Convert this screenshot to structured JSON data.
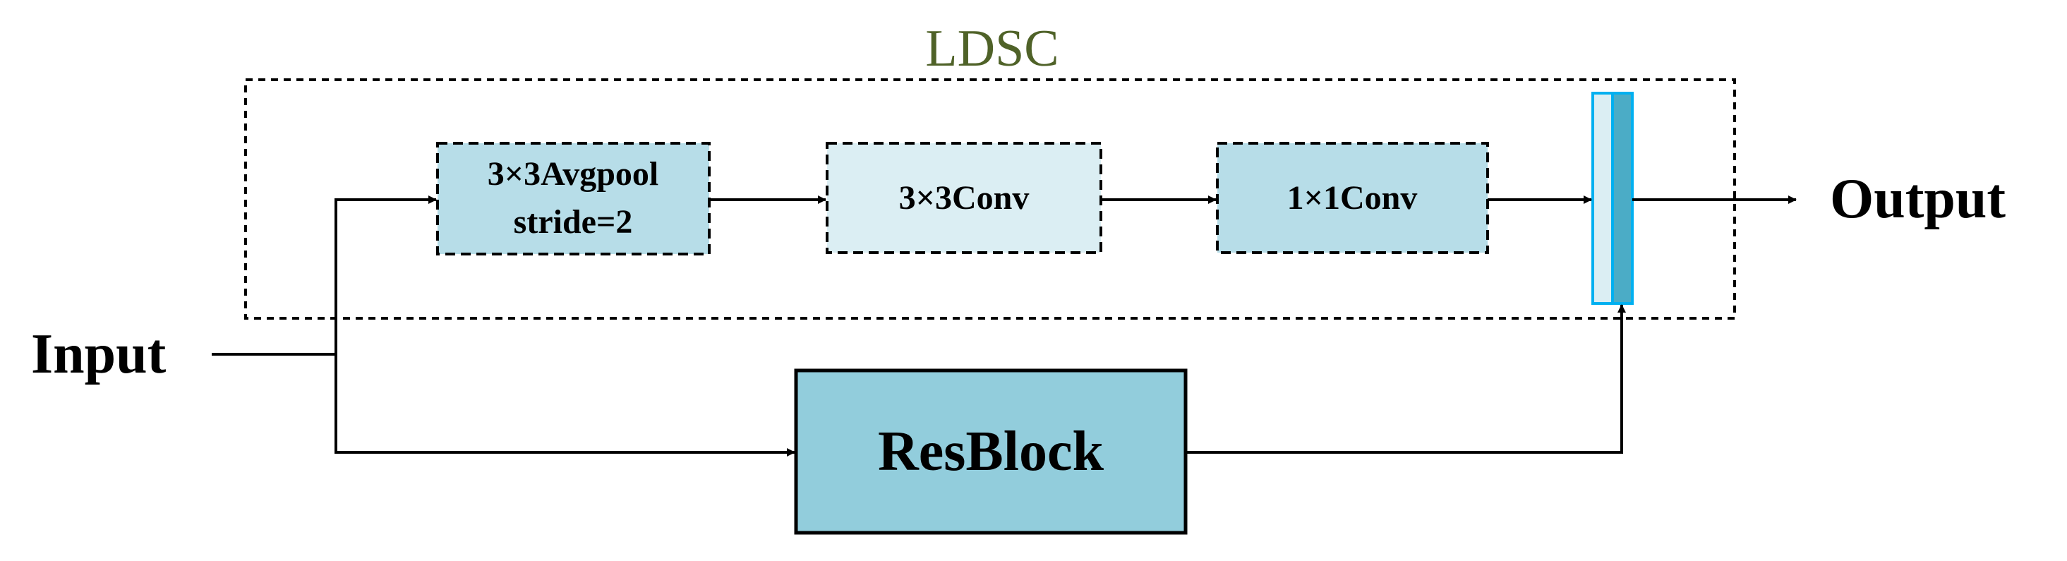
{
  "group": {
    "label": "LDSC"
  },
  "nodes": {
    "avgpool": {
      "line1": "3×3Avgpool",
      "line2": "stride=2"
    },
    "conv3": {
      "label": "3×3Conv"
    },
    "conv1": {
      "label": "1×1Conv"
    },
    "resblock": {
      "label": "ResBlock"
    }
  },
  "input_label": "Input",
  "output_label": "Output",
  "colors": {
    "group_label": "#4f6228",
    "avgpool_fill": "#b7dde8",
    "conv3_fill": "#dbeef3",
    "conv1_fill": "#b7dde8",
    "resblock_fill": "#92cddc",
    "concat_stroke": "#00b0f0",
    "concat_light": "#dbeef3",
    "concat_dark": "#4bacc6"
  }
}
